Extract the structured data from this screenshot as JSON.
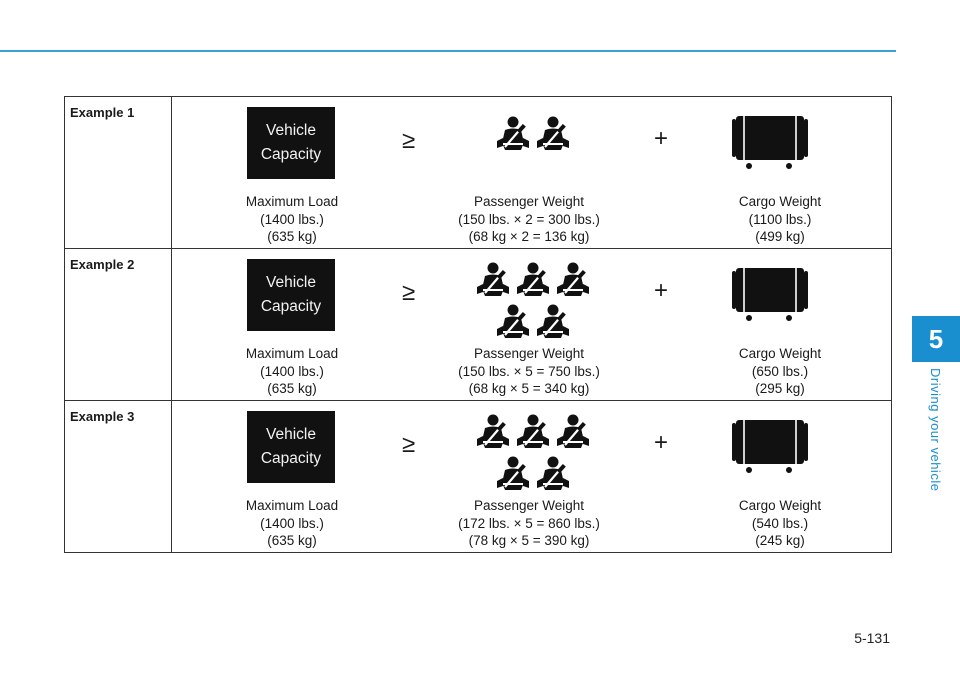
{
  "chapter": {
    "number": "5",
    "title": "Driving your vehicle"
  },
  "page_number": "5-131",
  "operators": {
    "ge": "≥",
    "plus": "+"
  },
  "capacity_label": {
    "line1": "Vehicle",
    "line2": "Capacity"
  },
  "icons": {
    "capacity": "vehicle-capacity-label",
    "passenger": "seated-passenger-with-seatbelt-icon",
    "cargo": "cargo-box-icon"
  },
  "colors": {
    "accent": "#1a8fd0",
    "rule": "#3aa0d8",
    "label_bg": "#111111"
  },
  "examples": [
    {
      "label": "Example 1",
      "passenger_count": 2,
      "max_load": {
        "title": "Maximum Load",
        "lbs": "(1400 lbs.)",
        "kg": "(635 kg)"
      },
      "passenger": {
        "title": "Passenger Weight",
        "lbs": "(150 lbs. × 2 = 300 lbs.)",
        "kg": "(68 kg × 2 = 136 kg)"
      },
      "cargo": {
        "title": "Cargo Weight",
        "lbs": "(1100 lbs.)",
        "kg": "(499 kg)"
      }
    },
    {
      "label": "Example 2",
      "passenger_count": 5,
      "max_load": {
        "title": "Maximum Load",
        "lbs": "(1400 lbs.)",
        "kg": "(635 kg)"
      },
      "passenger": {
        "title": "Passenger Weight",
        "lbs": "(150 lbs. × 5 = 750 lbs.)",
        "kg": "(68 kg × 5 = 340 kg)"
      },
      "cargo": {
        "title": "Cargo Weight",
        "lbs": "(650 lbs.)",
        "kg": "(295 kg)"
      }
    },
    {
      "label": "Example 3",
      "passenger_count": 5,
      "max_load": {
        "title": "Maximum Load",
        "lbs": "(1400 lbs.)",
        "kg": "(635 kg)"
      },
      "passenger": {
        "title": "Passenger Weight",
        "lbs": "(172 lbs. × 5 = 860 lbs.)",
        "kg": "(78 kg × 5 = 390 kg)"
      },
      "cargo": {
        "title": "Cargo Weight",
        "lbs": "(540 lbs.)",
        "kg": "(245 kg)"
      }
    }
  ]
}
